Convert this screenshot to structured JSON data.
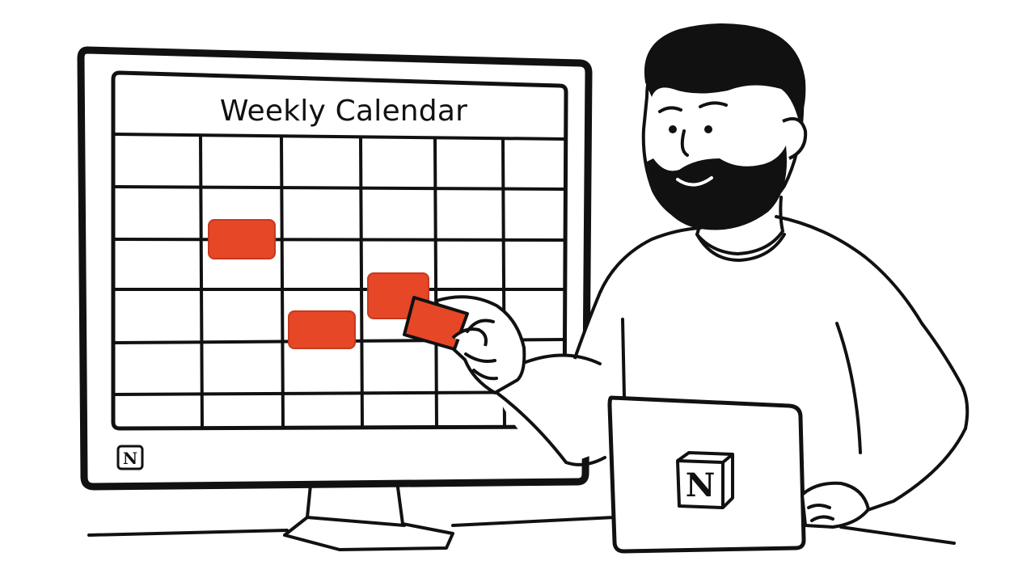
{
  "calendar": {
    "title": "Weekly Calendar",
    "event_color": "#E64727"
  },
  "monitor_logo": {
    "letter": "N"
  },
  "laptop_logo": {
    "letter": "N"
  },
  "colors": {
    "ink": "#111111",
    "background": "#ffffff",
    "accent": "#E64727"
  }
}
